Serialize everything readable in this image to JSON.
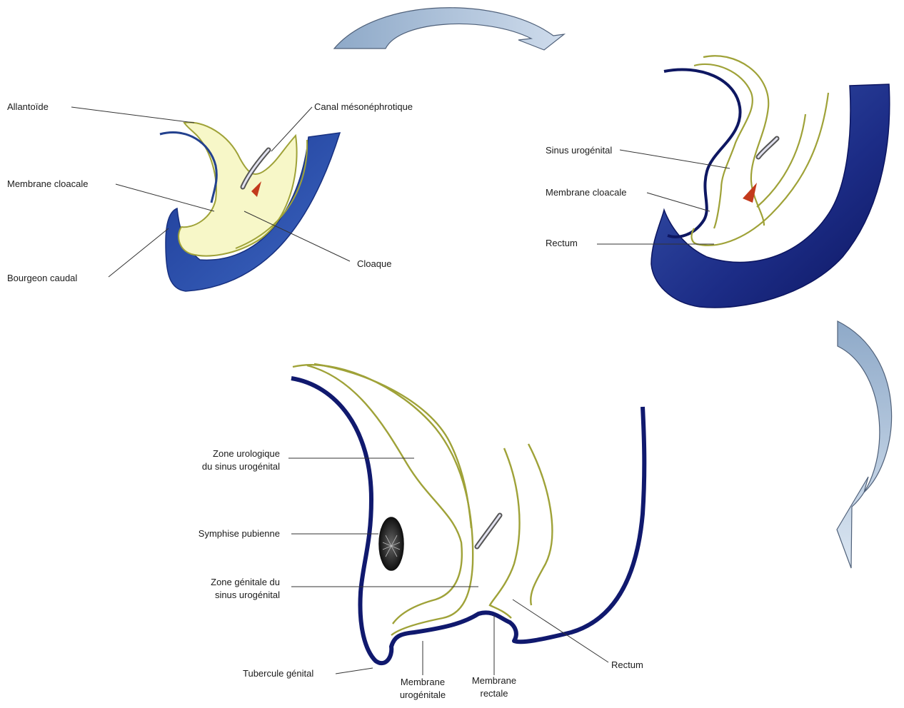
{
  "colors": {
    "wall_dark": "#10196e",
    "wall_blue": "#22409c",
    "lining_yellow": "#a4a63a",
    "lumen_fill": "#f6f6c6",
    "arrow_fill": "#a9c1dc",
    "arrow_stroke": "#4f6079",
    "red_tip": "#c33a1c",
    "leader": "#333333"
  },
  "stage1": {
    "labels": {
      "allantoide": "Allantoïde",
      "canal_mesonephrotique": "Canal mésonéphrotique",
      "membrane_cloacale": "Membrane cloacale",
      "cloaque": "Cloaque",
      "bourgeon_caudal": "Bourgeon caudal"
    }
  },
  "stage2": {
    "labels": {
      "sinus_urogenital": "Sinus urogénital",
      "membrane_cloacale": "Membrane cloacale",
      "rectum": "Rectum"
    }
  },
  "stage3": {
    "labels": {
      "zone_urologique_1": "Zone urologique",
      "zone_urologique_2": "du sinus urogénital",
      "symphise_pubienne": "Symphise pubienne",
      "zone_genitale_1": "Zone génitale du",
      "zone_genitale_2": "sinus urogénital",
      "tubercule_genital": "Tubercule génital",
      "membrane_urogenitale_1": "Membrane",
      "membrane_urogenitale_2": "urogénitale",
      "membrane_rectale_1": "Membrane",
      "membrane_rectale_2": "rectale",
      "rectum": "Rectum"
    }
  }
}
